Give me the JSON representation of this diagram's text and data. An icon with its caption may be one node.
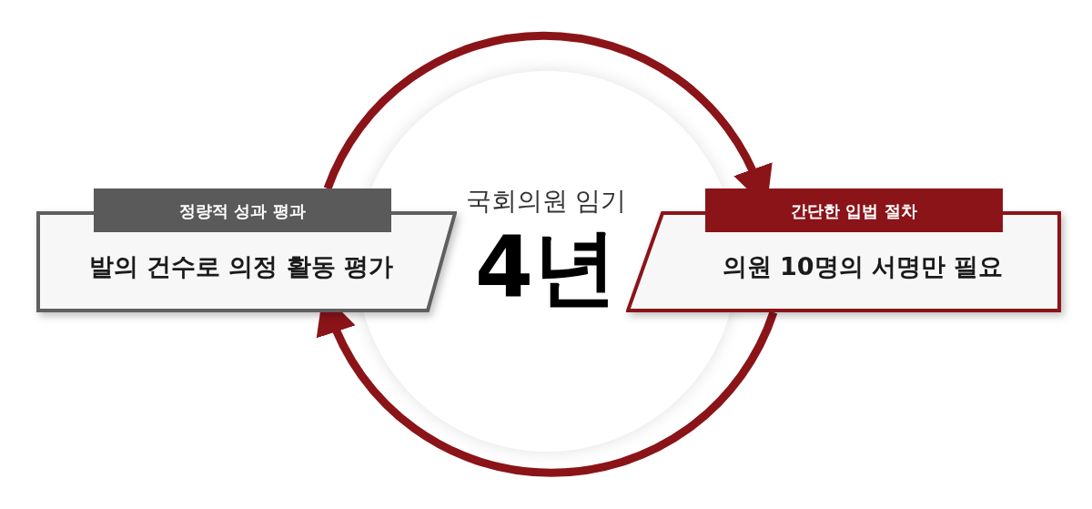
{
  "diagram": {
    "nodes": [
      {
        "text": [
          "정량적 성과 평과"
        ]
      },
      {
        "text": [
          "발의 건수로 의정 활동 평가"
        ]
      },
      {
        "text": [
          "국회의원 임기",
          "4년"
        ]
      },
      {
        "text": [
          "간단한 입법 절차"
        ]
      },
      {
        "text": [
          "의원 10명의 서명만 필요"
        ]
      }
    ],
    "edges": [
      {
        "from": 0,
        "to": 3,
        "arrow": "to"
      },
      {
        "from": 4,
        "to": 1,
        "arrow": "to"
      }
    ]
  }
}
